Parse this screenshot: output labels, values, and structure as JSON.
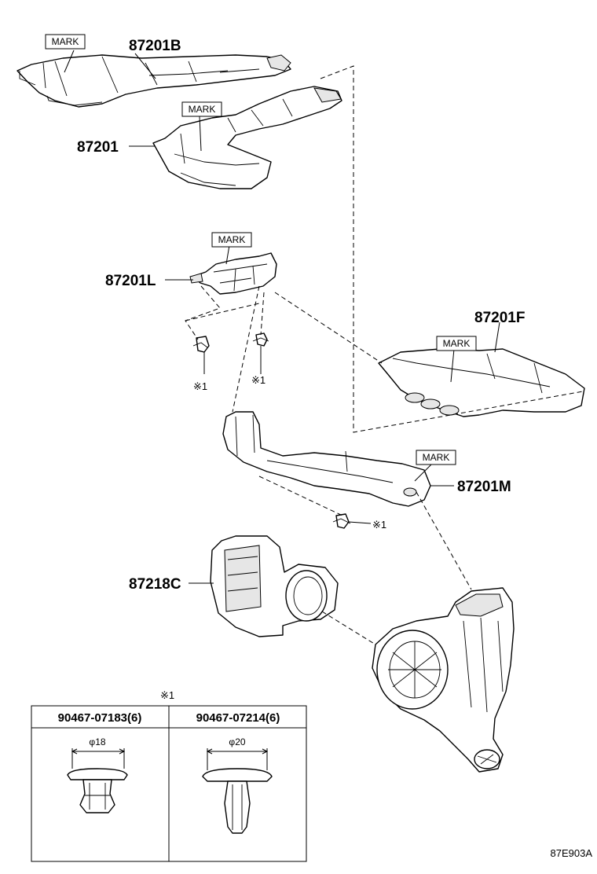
{
  "diagram": {
    "parts": [
      {
        "id": "87201B",
        "label": "87201B"
      },
      {
        "id": "87201",
        "label": "87201"
      },
      {
        "id": "87201L",
        "label": "87201L"
      },
      {
        "id": "87201F",
        "label": "87201F"
      },
      {
        "id": "87201M",
        "label": "87201M"
      },
      {
        "id": "87218C",
        "label": "87218C"
      }
    ],
    "mark_label": "MARK",
    "clip_ref": "※1",
    "table": {
      "ref": "※1",
      "columns": [
        {
          "part_no": "90467-07183(6)",
          "diameter": "φ18"
        },
        {
          "part_no": "90467-07214(6)",
          "diameter": "φ20"
        }
      ]
    },
    "figure_code": "87E903A"
  }
}
